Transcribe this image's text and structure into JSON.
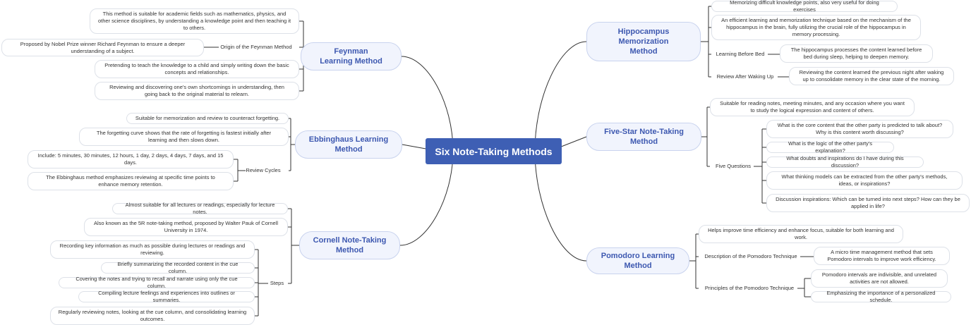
{
  "root": "Six Note-Taking Methods",
  "left": {
    "feynman": {
      "title": "Feynman\nLearning Method",
      "c1": "This method is suitable for academic fields such as mathematics, physics, and other science disciplines, by understanding a knowledge point and then teaching it to others.",
      "origin_label": "Origin of the Feynman Method",
      "origin_text": "Proposed by Nobel Prize winner Richard Feynman to ensure a deeper understanding of a subject.",
      "c3": "Pretending to teach the knowledge to a child and simply writing down the basic concepts and relationships.",
      "c4": "Reviewing and discovering one's own shortcomings in understanding, then going back to the original material to relearn."
    },
    "ebbinghaus": {
      "title": "Ebbinghaus Learning\nMethod",
      "c1": "Suitable for memorization and review to counteract forgetting.",
      "c2": "The forgetting curve shows that the rate of forgetting is fastest initially after learning and then slows down.",
      "cycles_label": "Review Cycles",
      "cycles_1": "Include: 5 minutes, 30 minutes, 12 hours, 1 day, 2 days, 4 days, 7 days, and 15 days.",
      "cycles_2": "The Ebbinghaus method emphasizes reviewing at specific time points to enhance memory retention."
    },
    "cornell": {
      "title": "Cornell Note-Taking\nMethod",
      "c1": "Almost suitable for all lectures or readings, especially for lecture notes.",
      "c2": "Also known as the 5R note-taking method, proposed by Walter Pauk of Cornell University in 1974.",
      "steps_label": "Steps",
      "s1": "Recording key information as much as possible during lectures or readings and reviewing.",
      "s2": "Briefly summarizing the recorded content in the cue column.",
      "s3": "Covering the notes and trying to recall and narrate using only the cue column.",
      "s4": "Compiling lecture feelings and experiences into outlines or summaries.",
      "s5": "Regularly reviewing notes, looking at the cue column, and consolidating learning outcomes."
    }
  },
  "right": {
    "hippocampus": {
      "title": "Hippocampus\nMemorization\nMethod",
      "c1": "Memorizing difficult knowledge points, also very useful for doing exercises",
      "c2": "An efficient learning and memorization technique based on the mechanism of the hippocampus in the brain, fully utilizing the crucial role of the hippocampus in memory processing.",
      "bed_label": "Learning Before Bed",
      "bed_text": "The hippocampus processes the content learned before bed during sleep, helping to deepen memory.",
      "wake_label": "Review After Waking Up",
      "wake_text": "Reviewing the content learned the previous night after waking up to consolidate memory in the clear state of the morning."
    },
    "fivestar": {
      "title": "Five-Star Note-Taking\nMethod",
      "c1": "Suitable for reading notes, meeting minutes, and any occasion where you want to study the logical expression and content of others.",
      "q_label": "Five Questions",
      "q1": "What is the core content that the other party is predicted to talk about? Why is this content worth discussing?",
      "q2": "What is the logic of the other party's explanation?",
      "q3": "What doubts and inspirations do I have during this discussion?",
      "q4": "What thinking models can be extracted from the other party's methods, ideas, or inspirations?",
      "q5": "Discussion inspirations: Which can be turned into next steps? How can they be applied in life?"
    },
    "pomodoro": {
      "title": "Pomodoro Learning\nMethod",
      "c1": "Helps improve time efficiency and enhance focus, suitable for both learning and work.",
      "desc_label": "Description of the Pomodoro Technique",
      "desc_text": "A micro time management method that sets Pomodoro intervals to improve work efficiency.",
      "prin_label": "Principles of the Pomodoro Technique",
      "prin_1": "Pomodoro intervals are indivisible, and unrelated activities are not allowed.",
      "prin_2": "Emphasizing the importance of a personalized schedule."
    }
  },
  "colors": {
    "root_bg": "#3e5fb4",
    "main_text": "#3d58b0",
    "main_bg": "#f1f4fd",
    "line": "#333333"
  }
}
